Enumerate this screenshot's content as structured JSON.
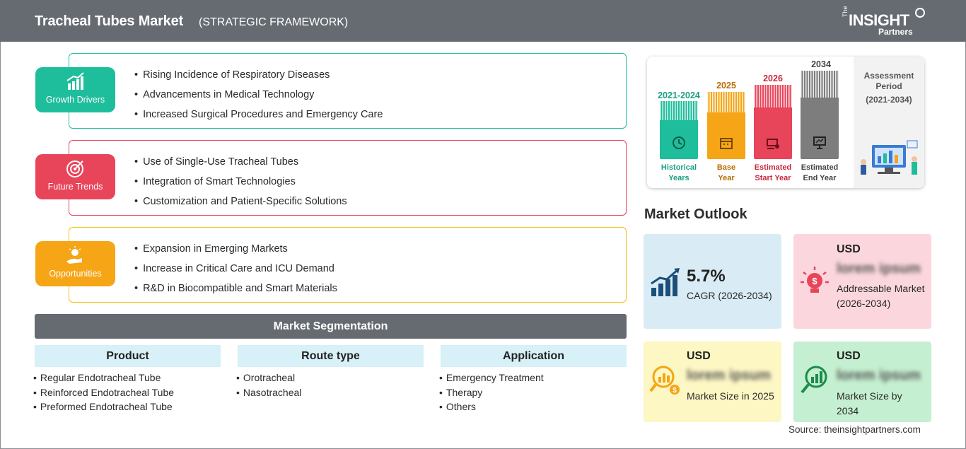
{
  "header": {
    "title": "Tracheal Tubes Market",
    "subtitle": "(STRATEGIC FRAMEWORK)",
    "logo": {
      "the": "The",
      "insight": "INSIGHT",
      "partners": "Partners"
    }
  },
  "framework": [
    {
      "label": "Growth Drivers",
      "color": "#1ebd9b",
      "icon": "growth-chart-icon",
      "items": [
        "Rising Incidence of Respiratory Diseases",
        "Advancements in Medical Technology",
        "Increased Surgical Procedures and Emergency Care"
      ]
    },
    {
      "label": "Future Trends",
      "color": "#e8445a",
      "icon": "target-icon",
      "items": [
        "Use of Single-Use Tracheal Tubes",
        "Integration of Smart Technologies",
        "Customization and Patient-Specific Solutions"
      ]
    },
    {
      "label": "Opportunities",
      "color": "#f5a516",
      "icon": "lightbulb-hand-icon",
      "items": [
        "Expansion in Emerging Markets",
        "Increase in Critical Care and ICU Demand",
        "R&D in Biocompatible and Smart Materials"
      ]
    }
  ],
  "segmentation": {
    "title": "Market Segmentation",
    "columns": [
      {
        "header": "Product",
        "items": [
          "Regular Endotracheal Tube",
          "Reinforced Endotracheal Tube",
          "Preformed Endotracheal Tube"
        ]
      },
      {
        "header": "Route type",
        "items": [
          "Orotracheal",
          "Nasotracheal"
        ]
      },
      {
        "header": "Application",
        "items": [
          "Emergency Treatment",
          "Therapy",
          "Others"
        ]
      }
    ]
  },
  "timeline": {
    "periods": [
      {
        "year": "2021-2024",
        "label1": "Historical",
        "label2": "Years",
        "color": "#1ebd9b",
        "text_color": "#1a9e82",
        "icon": "history-icon"
      },
      {
        "year": "2025",
        "label1": "Base",
        "label2": "Year",
        "color": "#f5a516",
        "text_color": "#b86e00",
        "icon": "calendar-icon"
      },
      {
        "year": "2026",
        "label1": "Estimated",
        "label2": "Start Year",
        "color": "#e8445a",
        "text_color": "#c8283f",
        "icon": "start-icon"
      },
      {
        "year": "2034",
        "label1": "Estimated",
        "label2": "End Year",
        "color": "#7d7d7d",
        "text_color": "#444444",
        "icon": "presentation-icon"
      }
    ],
    "assessment_label": "Assessment Period",
    "assessment_range": "(2021-2034)"
  },
  "outlook": {
    "title": "Market Outlook",
    "cagr": {
      "value": "5.7%",
      "label": "CAGR (2026-2034)"
    },
    "addressable": {
      "currency": "USD",
      "value": "lorem ipsum",
      "label": "Addressable Market (2026-2034)"
    },
    "size_2025": {
      "currency": "USD",
      "value": "lorem ipsum",
      "label": "Market Size in 2025"
    },
    "size_2034": {
      "currency": "USD",
      "value": "lorem ipsum",
      "label": "Market Size by 2034"
    }
  },
  "source": "Source: theinsightpartners.com",
  "colors": {
    "header": "#666b72",
    "teal": "#1ebd9b",
    "red": "#e8445a",
    "orange": "#f5a516",
    "blue_card": "#d9ecf5",
    "pink_card": "#fbd7dd",
    "yellow_card": "#fdf7c4",
    "green_card": "#c4efd0"
  }
}
